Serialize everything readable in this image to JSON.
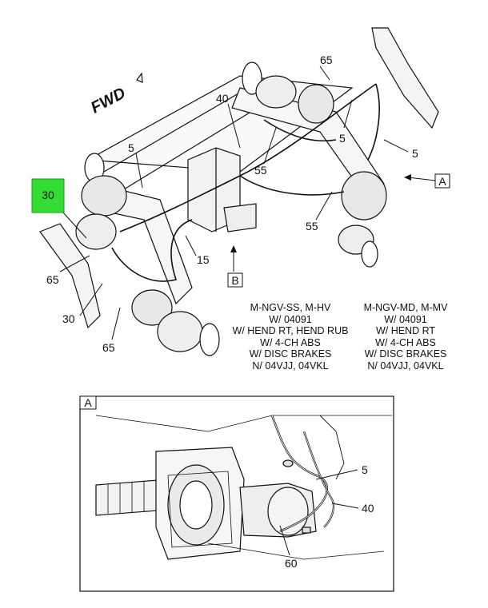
{
  "fwd_label": "FWD",
  "callouts": {
    "c65_top": "65",
    "c40_top": "40",
    "c5_upper_left": "5",
    "c5_right_mid": "5",
    "c5_right_low": "5",
    "c55_center": "55",
    "c55_lower": "55",
    "c15": "15",
    "c30_highlight": "30",
    "c65_left": "65",
    "c30_lower": "30",
    "c65_bottom": "65",
    "ref_a": "A",
    "ref_b": "B"
  },
  "spec_left": [
    "M-NGV-SS, M-HV",
    "W/ 04091",
    "W/ HEND RT, HEND RUB",
    "W/ 4-CH ABS",
    "W/ DISC BRAKES",
    "N/ 04VJJ, 04VKL"
  ],
  "spec_right": [
    "M-NGV-MD, M-MV",
    "W/ 04091",
    "W/ HEND RT",
    "W/ 4-CH ABS",
    "W/ DISC BRAKES",
    "N/ 04VJJ, 04VKL"
  ],
  "detail": {
    "label": "A",
    "callouts": {
      "c5": "5",
      "c40": "40",
      "c60": "60"
    }
  },
  "colors": {
    "highlight": "#33dd33",
    "line": "#111111"
  }
}
